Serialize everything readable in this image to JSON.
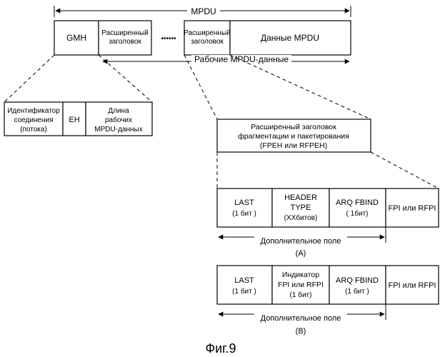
{
  "mpdu": {
    "label": "MPDU",
    "gmh": "GMH",
    "ext_header": [
      "Расширенный",
      "заголовок"
    ],
    "ellipsis": "••••••",
    "ext_header2": [
      "Расширенный",
      "заголовок"
    ],
    "data": "Данные MPDU",
    "payload_label": "Рабочие MPDU-данные"
  },
  "gmh_detail": {
    "conn_id": [
      "Идентификатор",
      "соединения",
      "(потока)"
    ],
    "eh": "EH",
    "length": [
      "Длина",
      "рабочих",
      "MPDU-данных"
    ]
  },
  "fpeh": {
    "title": [
      "Расширенный заголовок",
      "фрагментации и пакетирования",
      "(FPEH или RFPEH)"
    ]
  },
  "format_a": {
    "last": [
      "LAST",
      "(1 бит )"
    ],
    "header_type": [
      "HEADER",
      "TYPE",
      "(ХХбитов)"
    ],
    "arq": [
      "ARQ FBIND",
      "( 1бит)"
    ],
    "fpi": "FPI или RFPI",
    "optional": "Дополнительное поле",
    "label": "(A)"
  },
  "format_b": {
    "last": [
      "LAST",
      "(1 бит )"
    ],
    "indicator": [
      "Индикатор",
      "FPI или RFPI",
      "(1 бит)"
    ],
    "arq": [
      "ARQ FBIND",
      "(1 бит )"
    ],
    "fpi": "FPI или RFPI",
    "optional": "Дополнительное поле",
    "label": "(B)"
  },
  "caption": "Фиг.9"
}
